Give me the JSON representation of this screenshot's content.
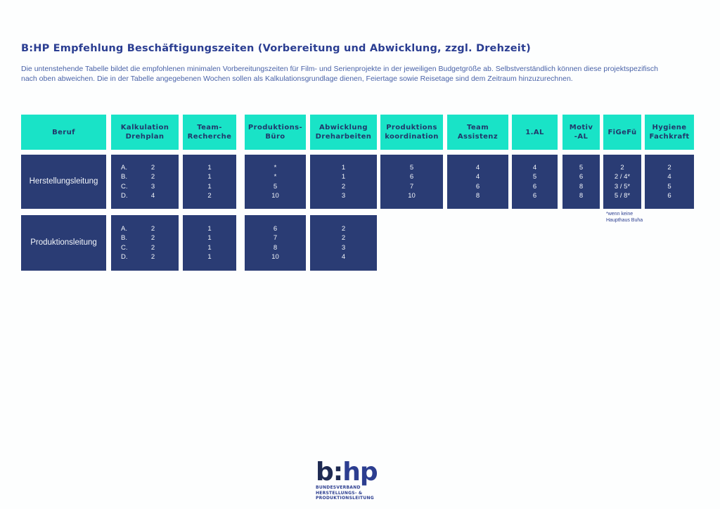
{
  "page": {
    "title": "B:HP Empfehlung Beschäftigungszeiten (Vorbereitung und Abwicklung, zzgl. Drehzeit)",
    "intro": "Die untenstehende Tabelle bildet die empfohlenen minimalen Vorbereitungszeiten für Film- und Serienprojekte in der jeweiligen Budgetgröße ab. Selbstverständlich können diese projektspezifisch nach oben abweichen. Die in der Tabelle angegebenen Wochen sollen als Kalkulationsgrundlage dienen, Feiertage sowie Reisetage sind dem Zeitraum hinzuzurechnen."
  },
  "colors": {
    "header_teal": "#19E3C7",
    "cell_navy": "#2A3C74",
    "header_text_navy": "#21386B",
    "title_blue": "#2B3E92",
    "body_blue": "#4A63A8",
    "cell_text": "#F2F5FA"
  },
  "table": {
    "headers": [
      [
        "Beruf"
      ],
      [
        "Kalkulation",
        "Drehplan"
      ],
      [
        "Team-",
        "Recherche"
      ],
      [
        "Produktions-",
        "Büro"
      ],
      [
        "Abwicklung",
        "Dreharbeiten"
      ],
      [
        "Produktions",
        "koordination"
      ],
      [
        "Team",
        "Assistenz"
      ],
      [
        "1.AL"
      ],
      [
        "Motiv",
        "-AL"
      ],
      [
        "FiGeFü"
      ],
      [
        "Hygiene",
        "Fachkraft"
      ]
    ],
    "rows": [
      {
        "beruf": "Herstellungsleitung",
        "kalkulation": {
          "letters": [
            "A.",
            "B.",
            "C.",
            "D."
          ],
          "values": [
            "2",
            "2",
            "3",
            "4"
          ]
        },
        "team_recherche": [
          "1",
          "1",
          "1",
          "2"
        ],
        "produktions_buero": [
          "*",
          "*",
          "5",
          "10"
        ],
        "abwicklung_dreharbeiten": [
          "1",
          "1",
          "2",
          "3"
        ],
        "produktionskoordination": [
          "5",
          "6",
          "7",
          "10"
        ],
        "team_assistenz": [
          "4",
          "4",
          "6",
          "8"
        ],
        "al_1": [
          "4",
          "5",
          "6",
          "6"
        ],
        "motiv_al": [
          "5",
          "6",
          "8",
          "8"
        ],
        "figefu": [
          "2",
          "2 / 4*",
          "3 / 5*",
          "5 / 8*"
        ],
        "hygiene_fachkraft": [
          "2",
          "4",
          "5",
          "6"
        ]
      },
      {
        "beruf": "Produktionsleitung",
        "kalkulation": {
          "letters": [
            "A.",
            "B.",
            "C.",
            "D."
          ],
          "values": [
            "2",
            "2",
            "2",
            "2"
          ]
        },
        "team_recherche": [
          "1",
          "1",
          "1",
          "1"
        ],
        "produktions_buero": [
          "6",
          "7",
          "8",
          "10"
        ],
        "abwicklung_dreharbeiten": [
          "2",
          "2",
          "3",
          "4"
        ]
      }
    ],
    "footnote": [
      "*wenn keine",
      "Haupthaus Buha"
    ]
  },
  "logo": {
    "b": "b",
    "colon": ":",
    "hp": "hp",
    "subtitle": [
      "BUNDESVERBAND",
      "HERSTELLUNGS- & PRODUKTIONSLEITUNG"
    ]
  }
}
